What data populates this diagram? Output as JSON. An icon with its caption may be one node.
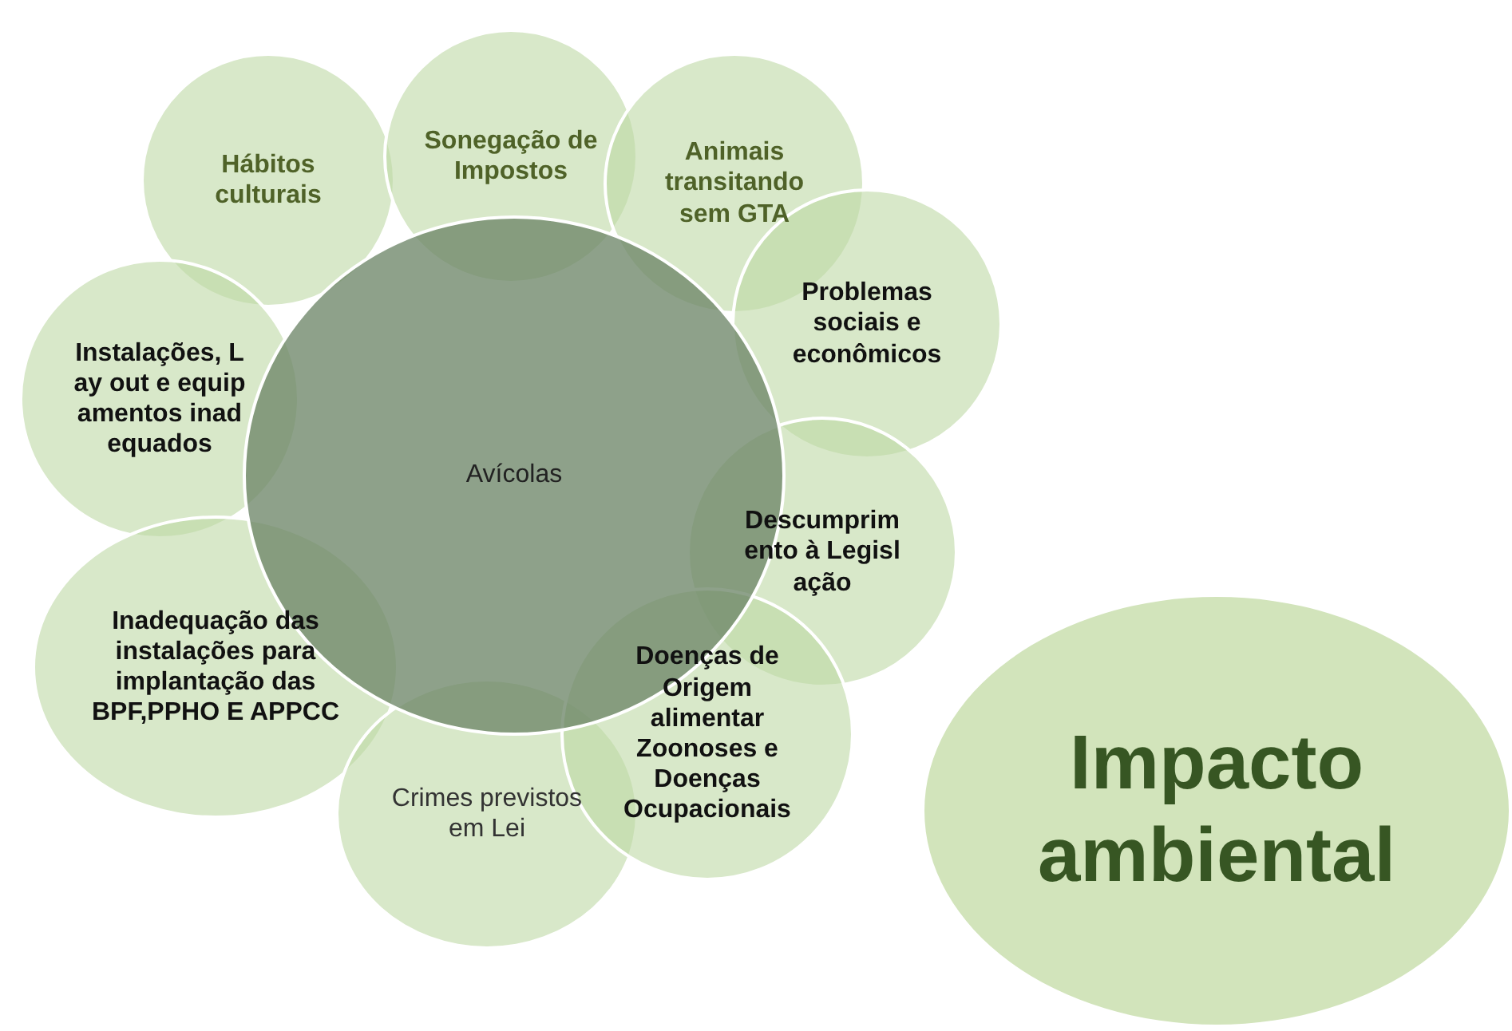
{
  "diagram": {
    "nodes": [
      {
        "text": [
          "Avícolas"
        ]
      },
      {
        "text": [
          "Hábitos culturais"
        ]
      },
      {
        "text": [
          "Sonegação de Impostos"
        ]
      },
      {
        "text": [
          "Animais transitando sem GTA"
        ]
      },
      {
        "text": [
          "Problemas sociais e econômicos"
        ]
      },
      {
        "text": [
          "Instalações, Lay out e equipamentos inadequados"
        ]
      },
      {
        "text": [
          "Descumprimento à Legislação"
        ]
      },
      {
        "text": [
          "Inadequação das instalações para implantação das BPF,PPHO E APPCC"
        ]
      },
      {
        "text": [
          "Doenças de Origem alimentar Zoonoses e Doenças Ocupacionais"
        ]
      },
      {
        "text": [
          "Crimes previstos em Lei"
        ]
      },
      {
        "text": [
          "Impacto ambiental"
        ]
      }
    ]
  }
}
